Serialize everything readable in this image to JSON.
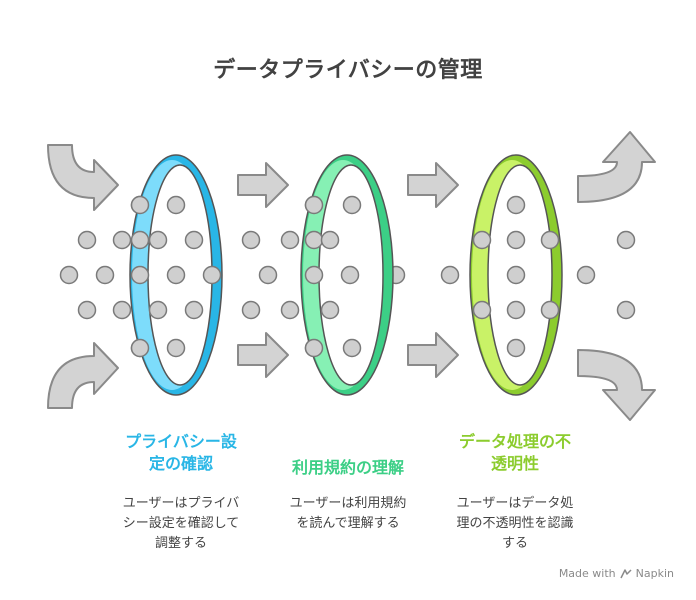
{
  "title": "データプライバシーの管理",
  "stages": [
    {
      "heading": "プライバシー設\n定の確認",
      "description": "ユーザーはプライバ\nシー設定を確認して\n調整する",
      "color": "#29b6e6",
      "color_light": "#7ddcfb"
    },
    {
      "heading": "利用規約の理解",
      "description": "ユーザーは利用規約\nを読んで理解する",
      "color": "#3ccf86",
      "color_light": "#86f0b4"
    },
    {
      "heading": "データ処理の不\n透明性",
      "description": "ユーザーはデータ処\n理の不透明性を認識\nする",
      "color": "#8ccc2e",
      "color_light": "#c9f267"
    }
  ],
  "footer": {
    "made_with": "Made with",
    "brand": "Napkin"
  }
}
